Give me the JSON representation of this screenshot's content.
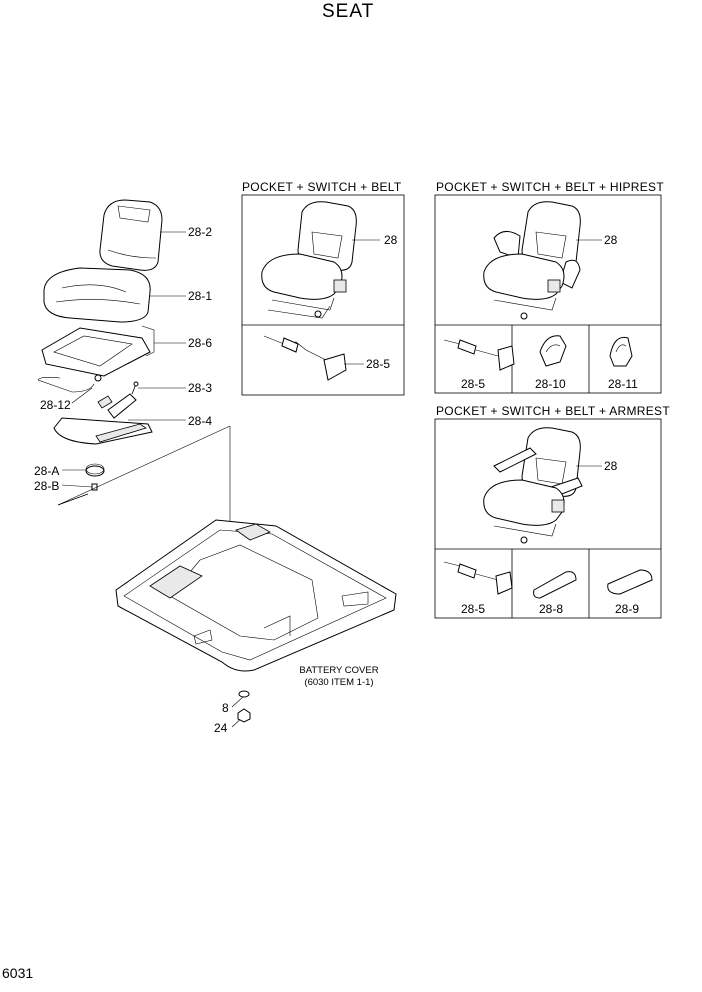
{
  "title": "SEAT",
  "page_number": "6031",
  "main_labels": {
    "l28_2": "28-2",
    "l28_1": "28-1",
    "l28_6": "28-6",
    "l28_3": "28-3",
    "l28_12": "28-12",
    "l28_4": "28-4",
    "l28_A": "28-A",
    "l28_B": "28-B",
    "l8": "8",
    "l24": "24"
  },
  "battery_cover": {
    "line1": "BATTERY COVER",
    "line2": "(6030 ITEM 1-1)"
  },
  "box1": {
    "header": "POCKET + SWITCH + BELT",
    "seat_label": "28",
    "part_label": "28-5"
  },
  "box2": {
    "header": "POCKET + SWITCH + BELT + HIPREST",
    "seat_label": "28",
    "parts": [
      "28-5",
      "28-10",
      "28-11"
    ]
  },
  "box3": {
    "header": "POCKET + SWITCH + BELT + ARMREST",
    "seat_label": "28",
    "parts": [
      "28-5",
      "28-8",
      "28-9"
    ]
  }
}
